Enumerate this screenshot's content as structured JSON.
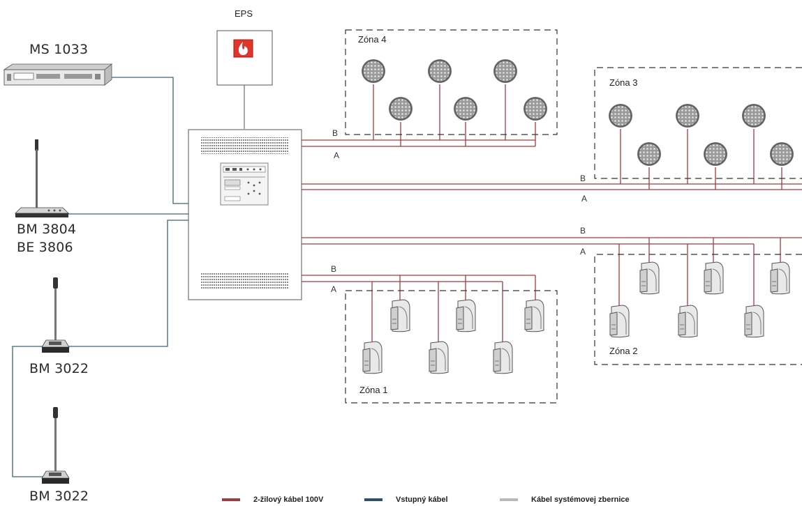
{
  "devices": {
    "ms1033": "MS 1033",
    "bm3804": "BM 3804",
    "be3806": "BE 3806",
    "bm3022_a": "BM 3022",
    "bm3022_b": "BM 3022",
    "eps": "EPS"
  },
  "zones": {
    "zone4": "Zóna 4",
    "zone3": "Zóna 3",
    "zone2": "Zóna 2",
    "zone1": "Zóna 1"
  },
  "line_labels": {
    "a": "A",
    "b": "B"
  },
  "legend": [
    {
      "label": "2-žilový kábel 100V",
      "color": "#a33a3f"
    },
    {
      "label": "Vstupný kábel",
      "color": "#2c4f6b"
    },
    {
      "label": "Kábel systémovej zbernice",
      "color": "#b8b8b8"
    }
  ],
  "colors": {
    "speaker_line": "#a33a3f",
    "input_cable": "#3f6478",
    "bus_cable": "#a8a8a8",
    "fire_icon": "#e0352b"
  }
}
